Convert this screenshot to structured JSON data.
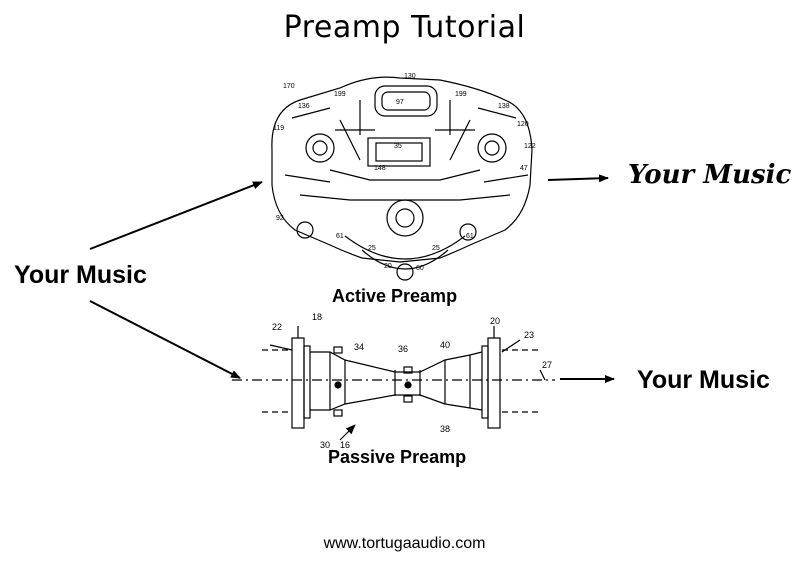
{
  "title": "Preamp Tutorial",
  "input_label": "Your Music",
  "active": {
    "caption": "Active Preamp",
    "output_label": "Your Music",
    "refs": [
      "170",
      "199",
      "199",
      "119",
      "120",
      "122",
      "136",
      "138",
      "148",
      "47",
      "61",
      "61",
      "25",
      "25",
      "20",
      "92",
      "97",
      "130",
      "35",
      "60"
    ]
  },
  "passive": {
    "caption": "Passive Preamp",
    "output_label": "Your Music",
    "refs": [
      "18",
      "20",
      "22",
      "23",
      "27",
      "34",
      "36",
      "40",
      "38",
      "30",
      "16"
    ]
  },
  "website": "www.tortugaaudio.com"
}
